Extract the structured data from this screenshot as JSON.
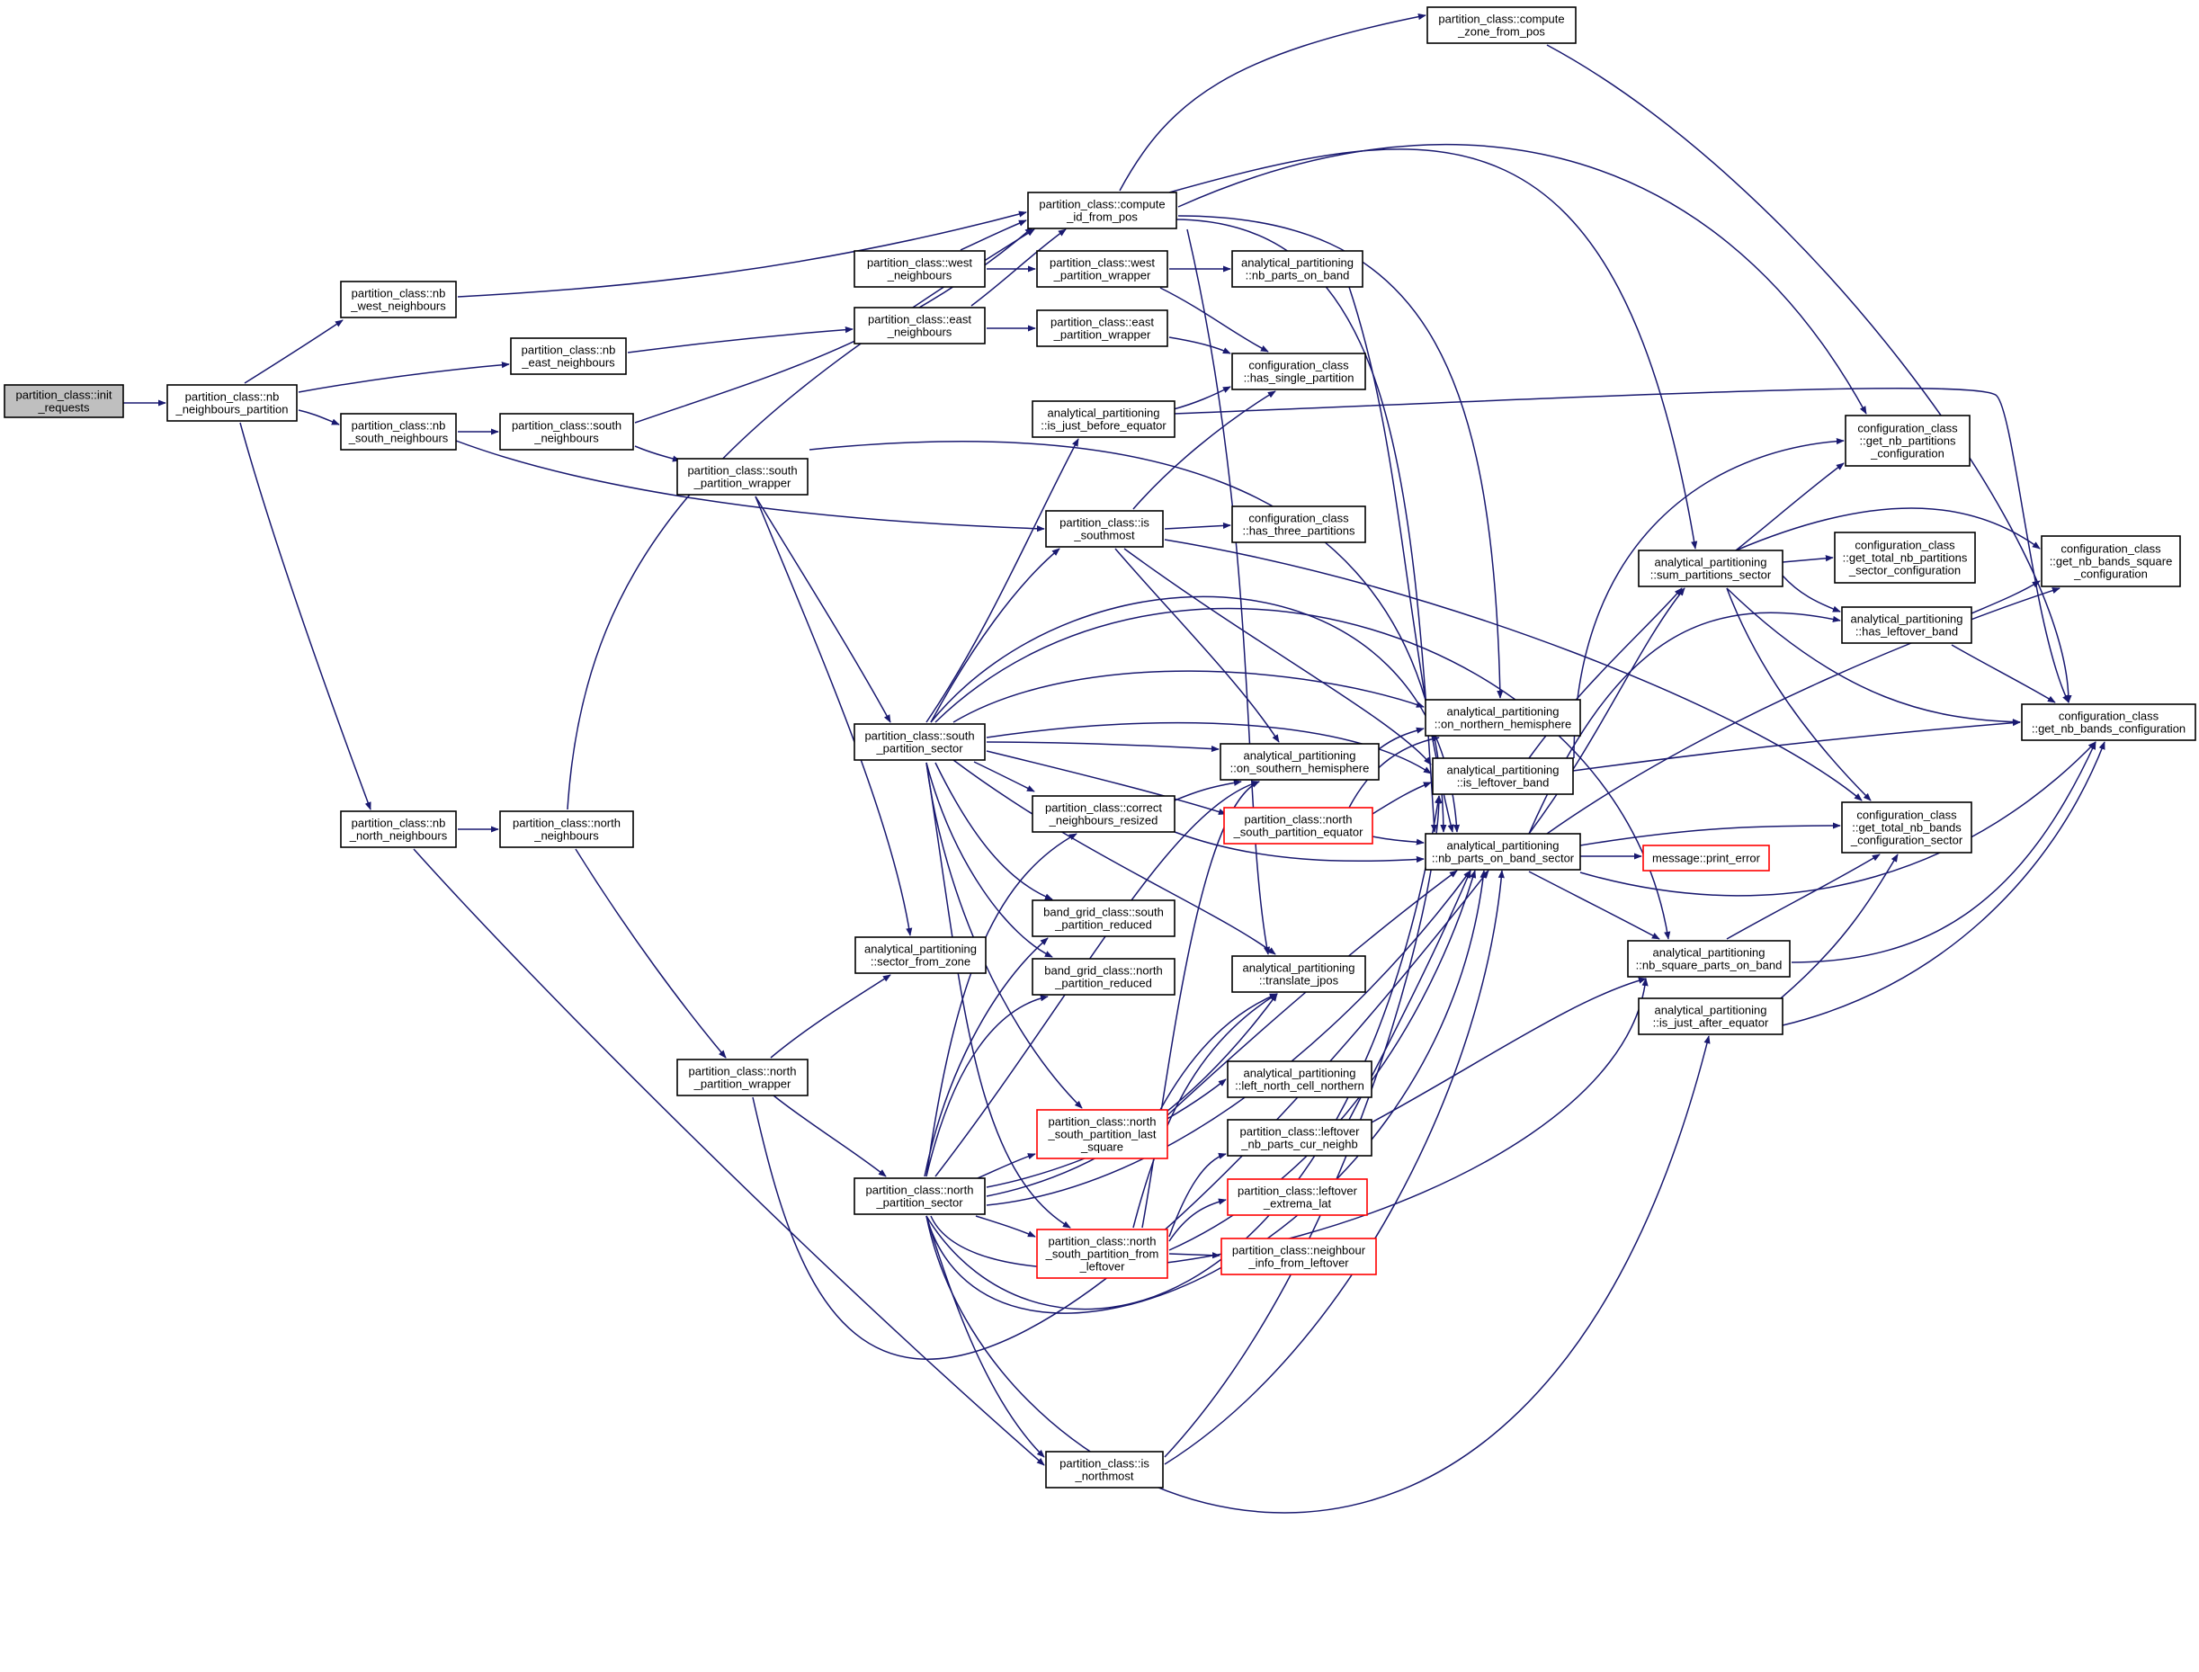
{
  "colors": {
    "edge": "#191970",
    "node_border": "#000000",
    "root_fill": "#bfbfbf",
    "node_fill": "#ffffff",
    "truncated_border": "#ff0000"
  },
  "nodes": [
    {
      "id": "init",
      "lines": [
        "partition_class::init",
        "_requests"
      ],
      "root": true
    },
    {
      "id": "nbp",
      "lines": [
        "partition_class::nb",
        "_neighbours_partition"
      ]
    },
    {
      "id": "nbw",
      "lines": [
        "partition_class::nb",
        "_west_neighbours"
      ]
    },
    {
      "id": "nbe",
      "lines": [
        "partition_class::nb",
        "_east_neighbours"
      ]
    },
    {
      "id": "nbs",
      "lines": [
        "partition_class::nb",
        "_south_neighbours"
      ]
    },
    {
      "id": "nbn",
      "lines": [
        "partition_class::nb",
        "_north_neighbours"
      ]
    },
    {
      "id": "sn",
      "lines": [
        "partition_class::south",
        "_neighbours"
      ]
    },
    {
      "id": "nn",
      "lines": [
        "partition_class::north",
        "_neighbours"
      ]
    },
    {
      "id": "wn",
      "lines": [
        "partition_class::west",
        "_neighbours"
      ]
    },
    {
      "id": "en",
      "lines": [
        "partition_class::east",
        "_neighbours"
      ]
    },
    {
      "id": "spw",
      "lines": [
        "partition_class::south",
        "_partition_wrapper"
      ]
    },
    {
      "id": "npw",
      "lines": [
        "partition_class::north",
        "_partition_wrapper"
      ]
    },
    {
      "id": "cid",
      "lines": [
        "partition_class::compute",
        "_id_from_pos"
      ]
    },
    {
      "id": "czp",
      "lines": [
        "partition_class::compute",
        "_zone_from_pos"
      ]
    },
    {
      "id": "wpw",
      "lines": [
        "partition_class::west",
        "_partition_wrapper"
      ]
    },
    {
      "id": "epw",
      "lines": [
        "partition_class::east",
        "_partition_wrapper"
      ]
    },
    {
      "id": "ibe",
      "lines": [
        "analytical_partitioning",
        "::is_just_before_equator"
      ]
    },
    {
      "id": "iss",
      "lines": [
        "partition_class::is",
        "_southmost"
      ]
    },
    {
      "id": "sps",
      "lines": [
        "partition_class::south",
        "_partition_sector"
      ]
    },
    {
      "id": "cnr",
      "lines": [
        "partition_class::correct",
        "_neighbours_resized"
      ]
    },
    {
      "id": "bgs",
      "lines": [
        "band_grid_class::south",
        "_partition_reduced"
      ]
    },
    {
      "id": "bgn",
      "lines": [
        "band_grid_class::north",
        "_partition_reduced"
      ]
    },
    {
      "id": "sfz",
      "lines": [
        "analytical_partitioning",
        "::sector_from_zone"
      ]
    },
    {
      "id": "nps",
      "lines": [
        "partition_class::north",
        "_partition_sector"
      ]
    },
    {
      "id": "nsls",
      "lines": [
        "partition_class::north",
        "_south_partition_last",
        "_square"
      ],
      "truncated": true
    },
    {
      "id": "nsfl",
      "lines": [
        "partition_class::north",
        "_south_partition_from",
        "_leftover"
      ],
      "truncated": true
    },
    {
      "id": "isn",
      "lines": [
        "partition_class::is",
        "_northmost"
      ]
    },
    {
      "id": "npob",
      "lines": [
        "analytical_partitioning",
        "::nb_parts_on_band"
      ]
    },
    {
      "id": "hsp",
      "lines": [
        "configuration_class",
        "::has_single_partition"
      ]
    },
    {
      "id": "htp",
      "lines": [
        "configuration_class",
        "::has_three_partitions"
      ]
    },
    {
      "id": "osh",
      "lines": [
        "analytical_partitioning",
        "::on_southern_hemisphere"
      ]
    },
    {
      "id": "nse",
      "lines": [
        "partition_class::north",
        "_south_partition_equator"
      ],
      "truncated": true
    },
    {
      "id": "tj",
      "lines": [
        "analytical_partitioning",
        "::translate_jpos"
      ]
    },
    {
      "id": "lnc",
      "lines": [
        "analytical_partitioning",
        "::left_north_cell_northern"
      ]
    },
    {
      "id": "lnp",
      "lines": [
        "partition_class::leftover",
        "_nb_parts_cur_neighb"
      ]
    },
    {
      "id": "lel",
      "lines": [
        "partition_class::leftover",
        "_extrema_lat"
      ],
      "truncated": true
    },
    {
      "id": "nifl",
      "lines": [
        "partition_class::neighbour",
        "_info_from_leftover"
      ],
      "truncated": true
    },
    {
      "id": "onh",
      "lines": [
        "analytical_partitioning",
        "::on_northern_hemisphere"
      ]
    },
    {
      "id": "ilb",
      "lines": [
        "analytical_partitioning",
        "::is_leftover_band"
      ]
    },
    {
      "id": "npbs",
      "lines": [
        "analytical_partitioning",
        "::nb_parts_on_band_sector"
      ]
    },
    {
      "id": "mpe",
      "lines": [
        "message::print_error"
      ],
      "truncated": true
    },
    {
      "id": "sumps",
      "lines": [
        "analytical_partitioning",
        "::sum_partitions_sector"
      ]
    },
    {
      "id": "nsq",
      "lines": [
        "analytical_partitioning",
        "::nb_square_parts_on_band"
      ]
    },
    {
      "id": "iae",
      "lines": [
        "analytical_partitioning",
        "::is_just_after_equator"
      ]
    },
    {
      "id": "gnpc",
      "lines": [
        "configuration_class",
        "::get_nb_partitions",
        "_configuration"
      ]
    },
    {
      "id": "gtnps",
      "lines": [
        "configuration_class",
        "::get_total_nb_partitions",
        "_sector_configuration"
      ]
    },
    {
      "id": "hlb",
      "lines": [
        "analytical_partitioning",
        "::has_leftover_band"
      ]
    },
    {
      "id": "gtnbcs",
      "lines": [
        "configuration_class",
        "::get_total_nb_bands",
        "_configuration_sector"
      ]
    },
    {
      "id": "gnbsc",
      "lines": [
        "configuration_class",
        "::get_nb_bands_square",
        "_configuration"
      ]
    },
    {
      "id": "gnbc",
      "lines": [
        "configuration_class",
        "::get_nb_bands_configuration"
      ]
    }
  ]
}
